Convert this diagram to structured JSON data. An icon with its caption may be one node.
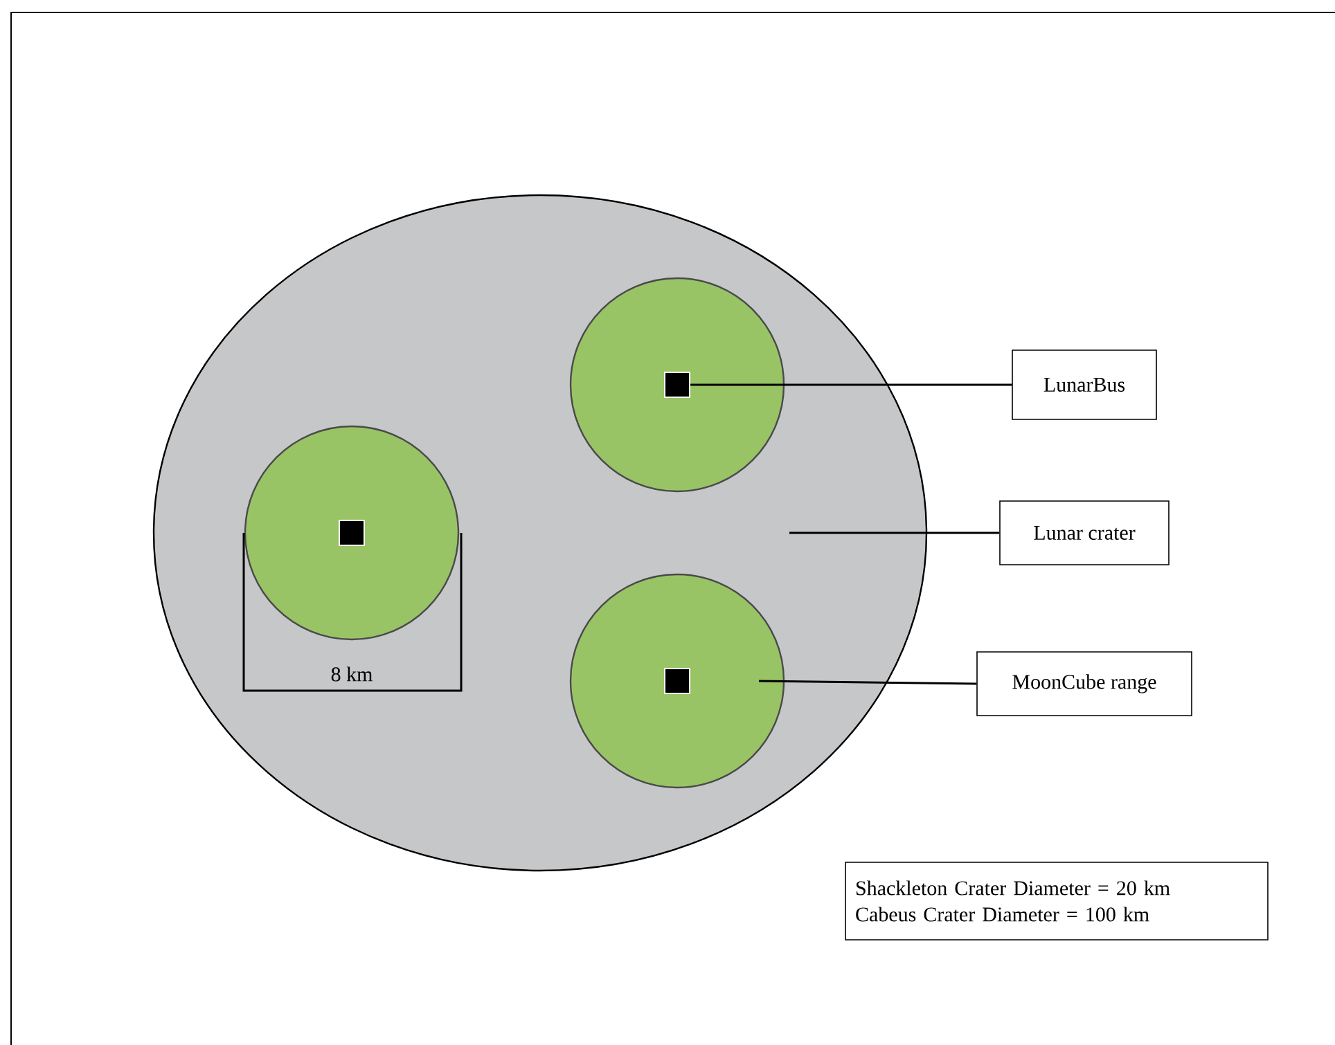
{
  "diagram": {
    "nodes": [
      {
        "text": [],
        "shape": "ellipse"
      },
      {
        "text": [],
        "shape": "circle",
        "in": 0
      },
      {
        "text": [],
        "shape": "box",
        "in": 1
      },
      {
        "text": [],
        "shape": "circle",
        "in": 0
      },
      {
        "text": [],
        "shape": "box",
        "in": 3
      },
      {
        "text": [],
        "shape": "circle",
        "in": 0
      },
      {
        "text": [],
        "shape": "box",
        "in": 5
      },
      {
        "text": [
          "LunarBus"
        ]
      },
      {
        "text": [
          "Lunar crater"
        ]
      },
      {
        "text": [
          "MoonCube range"
        ]
      },
      {
        "text": [
          "Shackleton Crater Diameter = 20 km",
          "Cabeus Crater Diameter = 100 km"
        ]
      }
    ],
    "edges": [
      {
        "from": 7,
        "to": 2,
        "arrow": "none"
      },
      {
        "from": 8,
        "to": 0,
        "arrow": "none"
      },
      {
        "from": 9,
        "to": 5,
        "arrow": "none"
      }
    ],
    "labels": [
      "8 km"
    ]
  }
}
